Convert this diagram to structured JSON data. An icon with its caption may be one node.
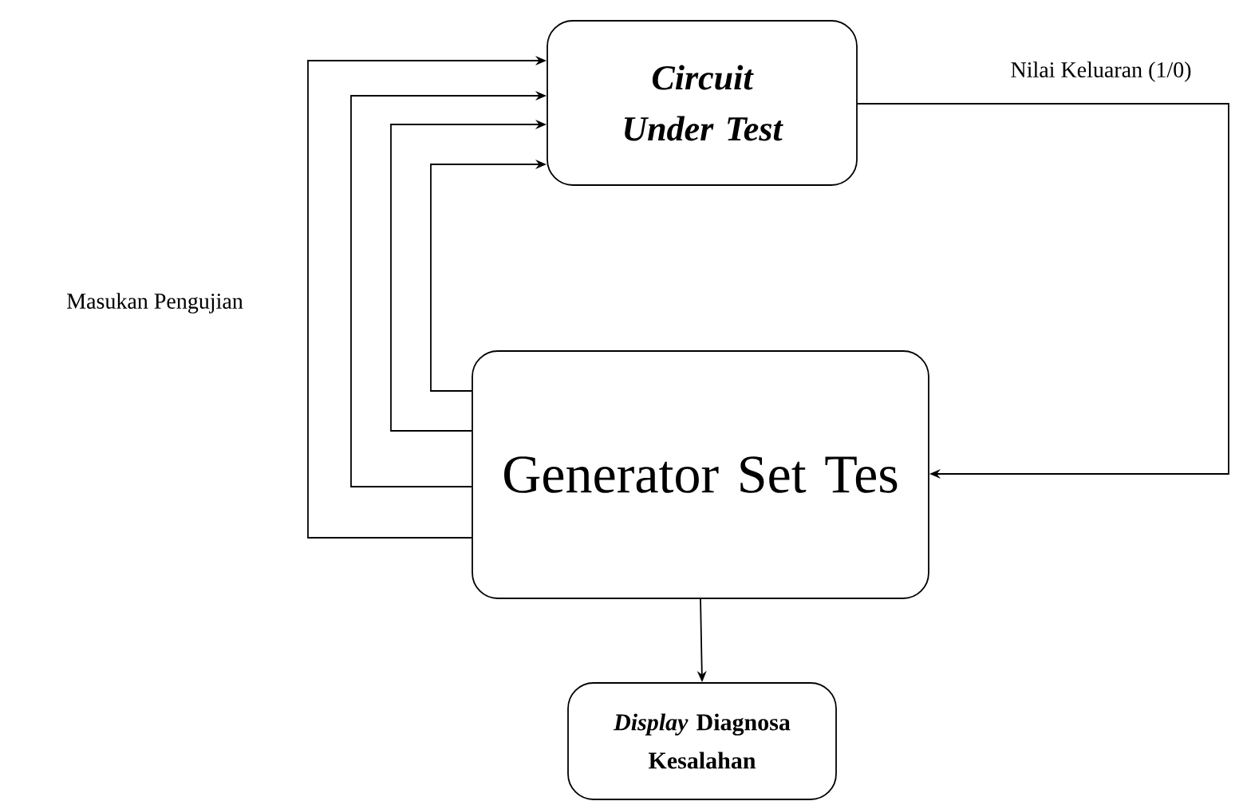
{
  "diagram": {
    "nodes": [
      {
        "text": [
          "Circuit Under Test"
        ]
      },
      {
        "text": [
          "Generator Set Tes"
        ]
      },
      {
        "text": [
          "*Display* Diagnosa Kesalahan"
        ]
      }
    ],
    "edges": [
      {
        "from": 1,
        "to": 0,
        "arrow": "to"
      },
      {
        "from": 1,
        "to": 0,
        "arrow": "to"
      },
      {
        "from": 1,
        "to": 0,
        "arrow": "to"
      },
      {
        "from": 1,
        "to": 0,
        "arrow": "to"
      },
      {
        "from": 0,
        "to": 1,
        "arrow": "to",
        "label": "Nilai Keluaran (1/0)"
      },
      {
        "from": 1,
        "to": 2,
        "arrow": "to"
      }
    ],
    "labels": [
      "Masukan Pengujian"
    ]
  }
}
